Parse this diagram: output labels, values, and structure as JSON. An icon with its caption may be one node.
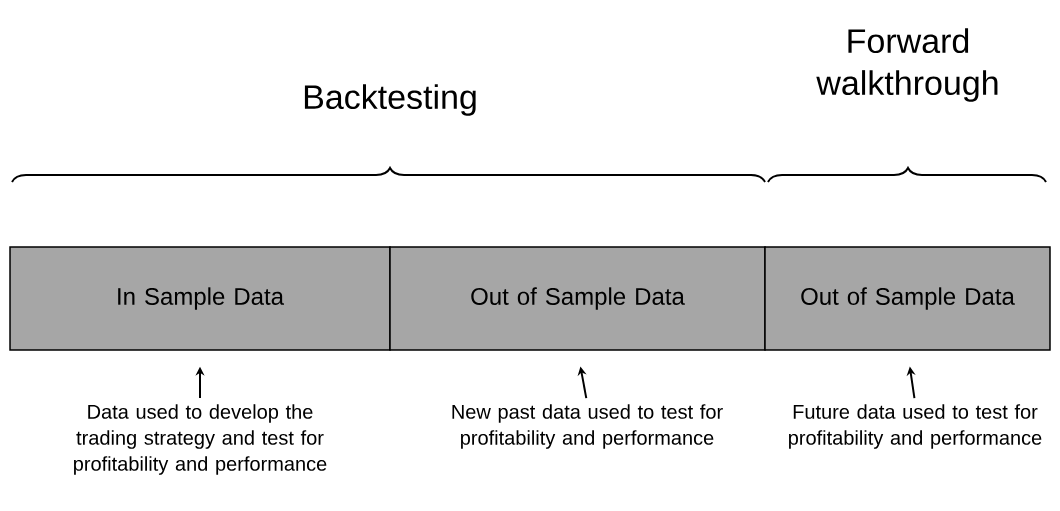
{
  "diagram": {
    "nodes": [
      {
        "text": [
          "In Sample Data"
        ]
      },
      {
        "text": [
          "Out of Sample Data"
        ]
      },
      {
        "text": [
          "Out of Sample Data"
        ]
      },
      {
        "text": [
          "Data used to develop the trading strategy and test for profitability and performance"
        ]
      },
      {
        "text": [
          "New past data used to test for profitability and performance"
        ]
      },
      {
        "text": [
          "Future data used to test for profitability and performance"
        ]
      }
    ],
    "edges": [
      {
        "from": 3,
        "to": 0,
        "arrow": "to"
      },
      {
        "from": 4,
        "to": 1,
        "arrow": "to"
      },
      {
        "from": 5,
        "to": 2,
        "arrow": "to"
      }
    ],
    "labels": [
      "Backtesting",
      "Forward walkthrough"
    ]
  }
}
